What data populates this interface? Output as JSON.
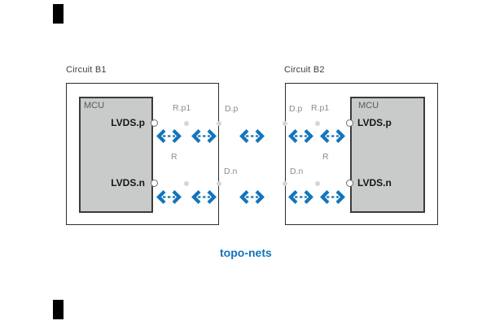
{
  "colors": {
    "accent_blue": "#1374bb",
    "mcu_fill": "#c9caca",
    "mcu_border": "#3b3b3c",
    "circuit_border": "#2d2d2d",
    "net_label_gray": "#8c8c8c",
    "title_gray": "#3f3f3f",
    "dot_gray": "#d6d6d6",
    "pin_text_black": "#161616"
  },
  "icons": {
    "topo_net_arrow": "double-headed-dashed-arrow"
  },
  "circuits": {
    "b1": {
      "title": "Circuit B1",
      "mcu_label": "MCU",
      "pin_top_label": "LVDS.p",
      "pin_bottom_label": "LVDS.n",
      "net_labels": {
        "r_p1": "R.p1",
        "d_p": "D.p",
        "r": "R",
        "d_n": "D.n"
      }
    },
    "b2": {
      "title": "Circuit B2",
      "mcu_label": "MCU",
      "pin_top_label": "LVDS.p",
      "pin_bottom_label": "LVDS.n",
      "net_labels": {
        "d_p": "D.p",
        "r_p1": "R.p1",
        "r": "R",
        "d_n": "D.n"
      }
    }
  },
  "caption": {
    "label": "topo-nets"
  }
}
